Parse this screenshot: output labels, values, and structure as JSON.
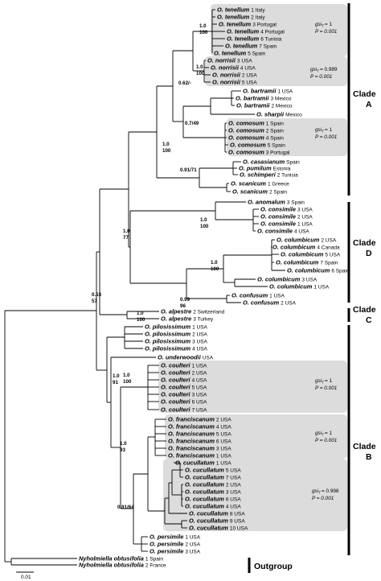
{
  "genus_abbrev": "O.",
  "tips": [
    {
      "species": "tenellum",
      "label": "1 Italy"
    },
    {
      "species": "tenellum",
      "label": "2 Italy"
    },
    {
      "species": "tenellum",
      "label": "3 Portugal"
    },
    {
      "species": "tenellum",
      "label": "4 Portugal"
    },
    {
      "species": "tenellum",
      "label": "6 Tunisia"
    },
    {
      "species": "tenellum",
      "label": "7 Spain"
    },
    {
      "species": "tenellum",
      "label": "5 Spain"
    },
    {
      "species": "norrisii",
      "label": "3 USA"
    },
    {
      "species": "norrisii",
      "label": "4 USA"
    },
    {
      "species": "norrisii",
      "label": "2 USA"
    },
    {
      "species": "norrisii",
      "label": "5 USA"
    },
    {
      "species": "bartramii",
      "label": "1 USA"
    },
    {
      "species": "bartramii",
      "label": "3 Mexico"
    },
    {
      "species": "bartramii",
      "label": "2 Mexico"
    },
    {
      "species": "sharpii",
      "label": "Mexico"
    },
    {
      "species": "comosum",
      "label": "1 Spain"
    },
    {
      "species": "comosum",
      "label": "2 Spain"
    },
    {
      "species": "comosum",
      "label": "4 Spain"
    },
    {
      "species": "comosum",
      "label": "5 Spain"
    },
    {
      "species": "comosum",
      "label": "3 Portugal"
    },
    {
      "species": "casasianum",
      "label": "Spain"
    },
    {
      "species": "pumilum",
      "label": "Estonia"
    },
    {
      "species": "schimperi",
      "label": "2 Tunisia"
    },
    {
      "species": "scanicum",
      "label": "1 Greece"
    },
    {
      "species": "scanicum",
      "label": "2 Spain"
    },
    {
      "species": "anomalum",
      "label": "3 Spain"
    },
    {
      "species": "consimile",
      "label": "3 USA"
    },
    {
      "species": "consimile",
      "label": "2 USA"
    },
    {
      "species": "consimile",
      "label": "1 USA"
    },
    {
      "species": "consimile",
      "label": "4 USA"
    },
    {
      "species": "columbicum",
      "label": "2 USA"
    },
    {
      "species": "columbicum",
      "label": "4 Canada"
    },
    {
      "species": "columbicum",
      "label": "5 USA"
    },
    {
      "species": "columbicum",
      "label": "7 Spain"
    },
    {
      "species": "columbicum",
      "label": "6 Spain"
    },
    {
      "species": "columbicum",
      "label": "3 USA"
    },
    {
      "species": "columbicum",
      "label": "1 USA"
    },
    {
      "species": "confusum",
      "label": "1 USA"
    },
    {
      "species": "confusum",
      "label": "2 USA"
    },
    {
      "species": "alpestre",
      "label": "2 Switzerland"
    },
    {
      "species": "alpestre",
      "label": "3 Turkey"
    },
    {
      "species": "pilosissimum",
      "label": "1 USA"
    },
    {
      "species": "pilosissimum",
      "label": "2 USA"
    },
    {
      "species": "pilosissimum",
      "label": "3 USA"
    },
    {
      "species": "pilosissimum",
      "label": "4 USA"
    },
    {
      "species": "underwoodii",
      "label": "USA"
    },
    {
      "species": "coulteri",
      "label": "1 USA"
    },
    {
      "species": "coulteri",
      "label": "2 USA"
    },
    {
      "species": "coulteri",
      "label": "4 USA"
    },
    {
      "species": "coulteri",
      "label": "5 USA"
    },
    {
      "species": "coulteri",
      "label": "3 USA"
    },
    {
      "species": "coulteri",
      "label": "6 USA"
    },
    {
      "species": "coulteri",
      "label": "7 USA"
    },
    {
      "species": "franciscanum",
      "label": "2 USA"
    },
    {
      "species": "franciscanum",
      "label": "4 USA"
    },
    {
      "species": "franciscanum",
      "label": "5 USA"
    },
    {
      "species": "franciscanum",
      "label": "6 USA"
    },
    {
      "species": "franciscanum",
      "label": "3 USA"
    },
    {
      "species": "franciscanum",
      "label": "1 USA"
    },
    {
      "species": "cucullatum",
      "label": "1 USA"
    },
    {
      "species": "cucullatum",
      "label": "5 USA"
    },
    {
      "species": "cucullatum",
      "label": "7 USA"
    },
    {
      "species": "cucullatum",
      "label": "2 USA"
    },
    {
      "species": "cucullatum",
      "label": "3 USA"
    },
    {
      "species": "cucullatum",
      "label": "6 USA"
    },
    {
      "species": "cucullatum",
      "label": "4 USA"
    },
    {
      "species": "cucullatum",
      "label": "8 USA"
    },
    {
      "species": "cucullatum",
      "label": "9 USA"
    },
    {
      "species": "cucullatum",
      "label": "10 USA"
    },
    {
      "species": "persimile",
      "label": "1 USA"
    },
    {
      "species": "persimile",
      "label": "2 USA"
    },
    {
      "species": "persimile",
      "label": "3 USA"
    }
  ],
  "outgroup_tips": [
    {
      "name": "Nyholmiella obtusifolia",
      "label": "1 Spain"
    },
    {
      "name": "Nyholmiella obtusifolia",
      "label": "2 France"
    }
  ],
  "support": [
    {
      "top": "1.0",
      "bottom": "100"
    },
    {
      "top": "1.0",
      "bottom": "100"
    },
    {
      "top": "0.62/-",
      "bottom": ""
    },
    {
      "top": "0.7/49",
      "bottom": ""
    },
    {
      "top": "1.0",
      "bottom": "100"
    },
    {
      "top": "0.91/71",
      "bottom": ""
    },
    {
      "top": "1.0",
      "bottom": "77"
    },
    {
      "top": "0.53",
      "bottom": "57"
    },
    {
      "top": "1.0",
      "bottom": "100"
    },
    {
      "top": "1.0",
      "bottom": "100"
    },
    {
      "top": "0.99",
      "bottom": "96"
    },
    {
      "top": "1.0",
      "bottom": "100"
    },
    {
      "top": "1.0",
      "bottom": "100"
    },
    {
      "top": "1.0",
      "bottom": "91"
    },
    {
      "top": "1.0",
      "bottom": "93"
    },
    {
      "top": "0.81/64",
      "bottom": ""
    }
  ],
  "gsi_boxes": [
    {
      "gsi": "gsi",
      "t": "T",
      "val": "= 1",
      "p": "P = 0.001"
    },
    {
      "gsi": "gsi",
      "t": "T",
      "val": "= 0.989",
      "p": "P = 0.001"
    },
    {
      "gsi": "gsi",
      "t": "T",
      "val": "= 1",
      "p": "P = 0.001"
    },
    {
      "gsi": "gsi",
      "t": "T",
      "val": "= 1",
      "p": "P = 0.001"
    },
    {
      "gsi": "gsi",
      "t": "T",
      "val": "= 1",
      "p": "P = 0.001"
    },
    {
      "gsi": "gsi",
      "t": "T",
      "val": "= 0.998",
      "p": "P = 0.001"
    }
  ],
  "clades": [
    {
      "name": "Clade",
      "letter": "A"
    },
    {
      "name": "Clade",
      "letter": "D"
    },
    {
      "name": "Clade",
      "letter": "C"
    },
    {
      "name": "Clade",
      "letter": "B"
    }
  ],
  "outgroup_label": "Outgroup",
  "scale_label": "0.01",
  "colors": {
    "box": "#dcdcdc",
    "line": "#000000"
  }
}
